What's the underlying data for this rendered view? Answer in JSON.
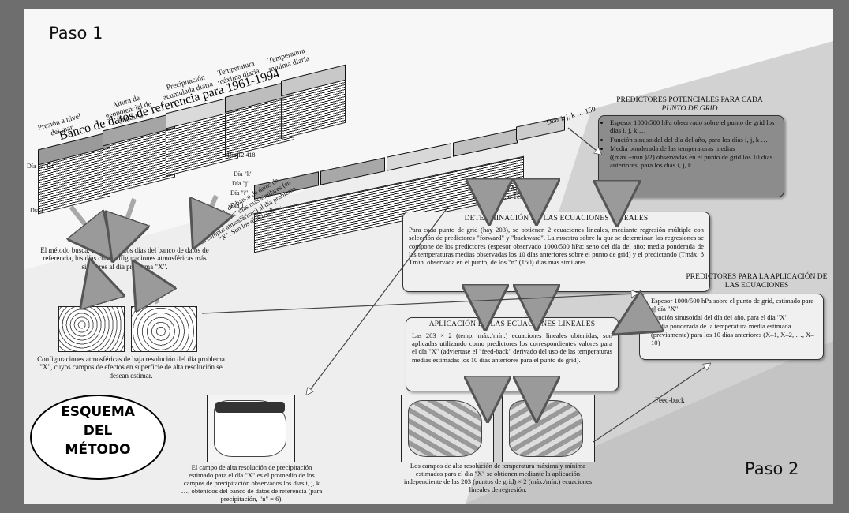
{
  "paso1": "Paso 1",
  "paso2": "Paso 2",
  "banco_title": "Banco de datos de referencia para 1961-1994",
  "variables": [
    "Presión a nivel del mar",
    "Altura de geopotencial de 500 hPa",
    "Precipitación acumulada diaria",
    "Temperatura máxima diaria",
    "Temperatura mínima diaria"
  ],
  "dia_labels_left": [
    "Día 12.418",
    "Día 1"
  ],
  "dia_labels_mid": [
    "Día 12.418",
    "Día \"k\"",
    "Día \"j\"",
    "Día \"i\"",
    "Día 1"
  ],
  "dias_arrow": "Días i, j, k … 150",
  "seleccion_text": "Selecciona, del banco de datos de referencia, los \"n\" días más similares (en sus campos atmosféricos) al día problema \"X\". Son los días i, j, k …",
  "metodo_busca": "El método busca, entre todos los días del banco de datos de referencia, los días con configuraciones atmosféricas más similares al día problema \"X\".",
  "config_baja": "Configuraciones atmosféricas de baja resolución del día problema \"X\", cuyos campos de efectos en superficie de alta resolución se desean estimar.",
  "predictandos": [
    "PREDICTANDOS:",
    "Temp. Máx. o Temp. Mín."
  ],
  "pred_pot": {
    "title": [
      "PREDICTORES POTENCIALES PARA CADA",
      "PUNTO DE GRID"
    ],
    "items": [
      "Espesor 1000/500 hPa observado sobre el punto de grid los días i, j, k …",
      "Función sinusoidal del día del año, para los días i, j, k …",
      "Media ponderada de las temperaturas medias ((máx.+mín.)/2) observadas en el punto de grid los 10 días anteriores, para los días i, j, k …"
    ]
  },
  "determinacion": {
    "title": "DETERMINACIÓN DE LAS ECUACIONES LINEALES",
    "body": "Para cada punto de grid (hay 203), se obtienen 2 ecuaciones lineales, mediante regresión múltiple con selección de predictores \"forward\" y \"backward\". La muestra sobre la que se determinan las regresiones se compone de los predictores (espesor observado 1000/500 hPa; seno del día del año; media ponderada de las temperaturas medias observadas los 10 días anteriores sobre el punto de grid) y el predictando (Tmáx. ó Tmín. observada en el punto, de los \"n\" (150) días más similares."
  },
  "pred_aplic": {
    "title": [
      "PREDICTORES PARA LA APLICACIÓN DE",
      "LAS ECUACIONES"
    ],
    "items": [
      "Espesor 1000/500 hPa sobre el punto de grid, estimado para el día \"X\"",
      "Función sinusoidal del día del año, para el día \"X\"",
      "Media ponderada de la temperatura media estimada (previamente) para los 10 días anteriores (X–1, X–2, …, X–10)"
    ]
  },
  "aplicacion": {
    "title": "APLICACIÓN DE LAS ECUACIONES LINEALES",
    "body": "Las 203 × 2 (temp. máx./mín.) ecuaciones lineales obtenidas, son aplicadas utilizando como predictores los correspondientes valores para el día \"X\" (adviertase el \"feed-back\" derivado del uso de las temperaturas medias estimadas los 10 días anteriores para el punto de grid)."
  },
  "feedback": "Feed-back",
  "campo_precip": "El campo de alta resolución de precipitación estimado para el día \"X\" es el promedio de los campos de precipitación observados los días i, j, k …, obtenidos del banco de datos de referencia (para precipitación, \"n\" = 6).",
  "campos_temp": "Los campos de alta resolución de temperatura máxima y mínima estimados para el día \"X\" se obtienen mediante la aplicación independiente de las 203 (puntos de grid) × 2 (máx./mín.) ecuaciones lineales de regresión.",
  "esquema": [
    "ESQUEMA",
    "DEL",
    "MÉTODO"
  ]
}
